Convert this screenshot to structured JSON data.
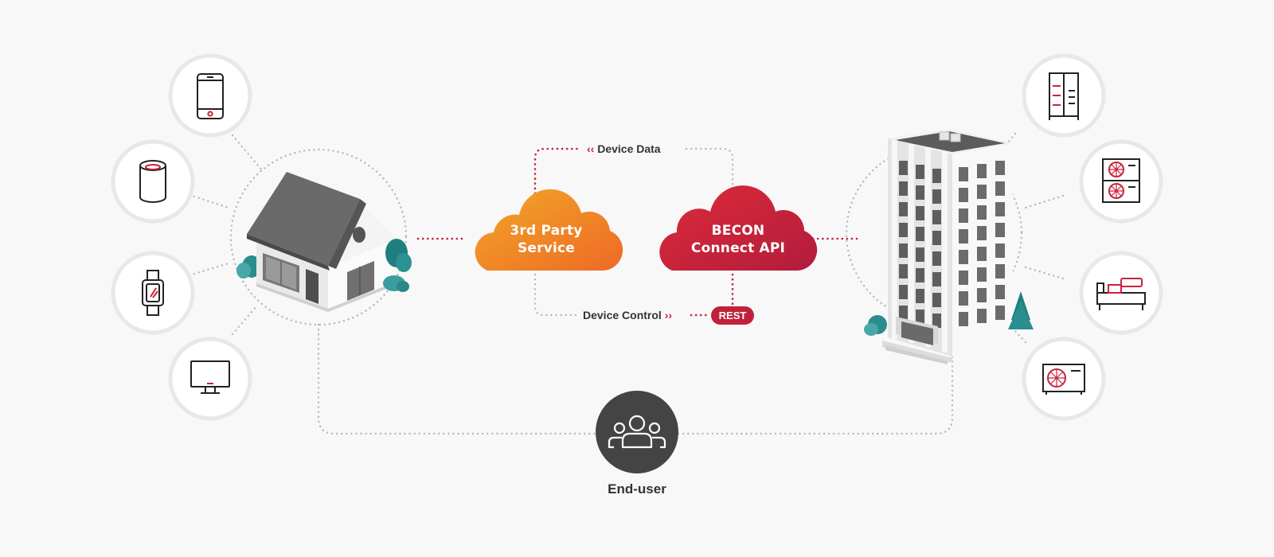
{
  "diagram": {
    "clouds": {
      "third_party": {
        "line1": "3rd Party",
        "line2": "Service"
      },
      "becon": {
        "line1": "BECON",
        "line2": "Connect API"
      }
    },
    "flows": {
      "device_data": {
        "label": "Device Data",
        "direction": "left"
      },
      "device_control": {
        "label": "Device Control",
        "direction": "right"
      },
      "protocol_badge": "REST"
    },
    "end_user": {
      "label": "End-user",
      "icon": "users-group-icon"
    },
    "home_devices": [
      "smartphone-icon",
      "smart-speaker-icon",
      "smartwatch-icon",
      "monitor-icon"
    ],
    "building_devices": [
      "server-rack-icon",
      "hvac-unit-icon",
      "bedroom-furniture-icon",
      "outdoor-ac-unit-icon"
    ],
    "colors": {
      "accent_red": "#c8233a",
      "orange_start": "#f2a628",
      "orange_end": "#ee6a25",
      "red_start": "#dd2b3a",
      "red_end": "#b21c3c",
      "dotted_line": "#b5b5b5",
      "end_user_circle": "#444444",
      "background": "#f8f8f8"
    }
  }
}
